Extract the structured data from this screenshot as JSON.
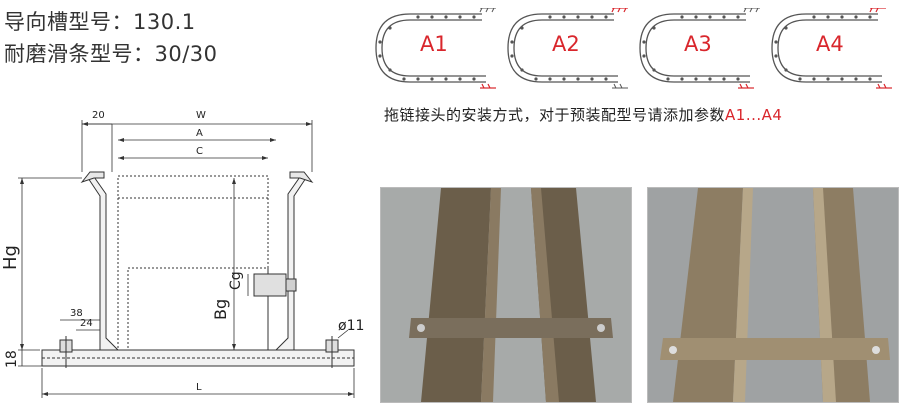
{
  "spec": {
    "groove_model": "导向槽型号：130.1",
    "strip_model": "耐磨滑条型号：30/30"
  },
  "mounting_options": [
    {
      "label": "A1"
    },
    {
      "label": "A2"
    },
    {
      "label": "A3"
    },
    {
      "label": "A4"
    }
  ],
  "instruction": {
    "text": "拖链接头的安装方式，对于预装配型号请添加参数",
    "params": "A1...A4"
  },
  "drawing": {
    "dim_20": "20",
    "dim_w": "W",
    "dim_a": "A",
    "dim_c": "C",
    "dim_hg": "Hg",
    "dim_bg": "Bg",
    "dim_cg": "Cg",
    "dim_38": "38",
    "dim_24": "24",
    "dim_18": "18",
    "dim_phi": "ø11",
    "dim_l": "L"
  },
  "colors": {
    "accent_red": "#d9262c",
    "line": "#333333"
  }
}
